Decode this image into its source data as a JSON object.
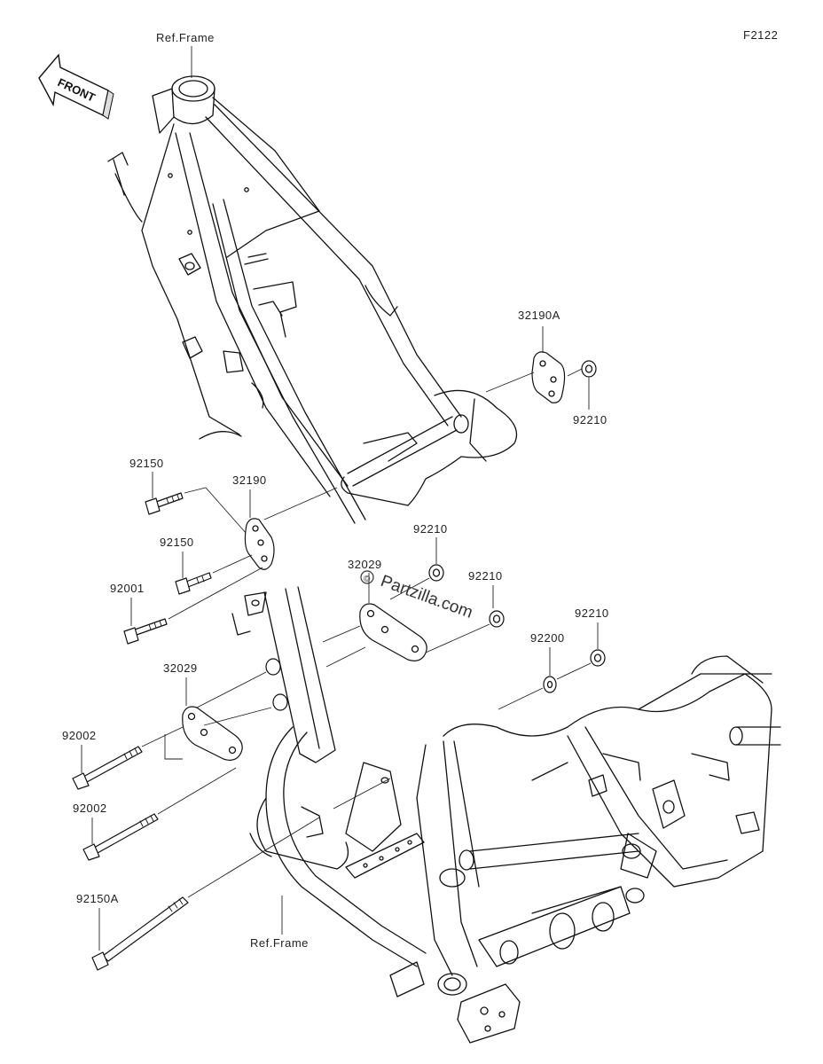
{
  "figure_code": "F2122",
  "front_label": "FRONT",
  "ref_frame_top": "Ref.Frame",
  "ref_frame_bottom": "Ref.Frame",
  "watermark": "Partzilla.com",
  "watermark_symbol": "©",
  "parts": {
    "p32190A": "32190A",
    "p92210_a": "92210",
    "p92150_a": "92150",
    "p32190": "32190",
    "p92150_b": "92150",
    "p92210_b": "92210",
    "p32029_a": "32029",
    "p92210_c": "92210",
    "p92001": "92001",
    "p92210_d": "92210",
    "p92200": "92200",
    "p32029_b": "32029",
    "p92002_a": "92002",
    "p92002_b": "92002",
    "p92150A": "92150A"
  }
}
